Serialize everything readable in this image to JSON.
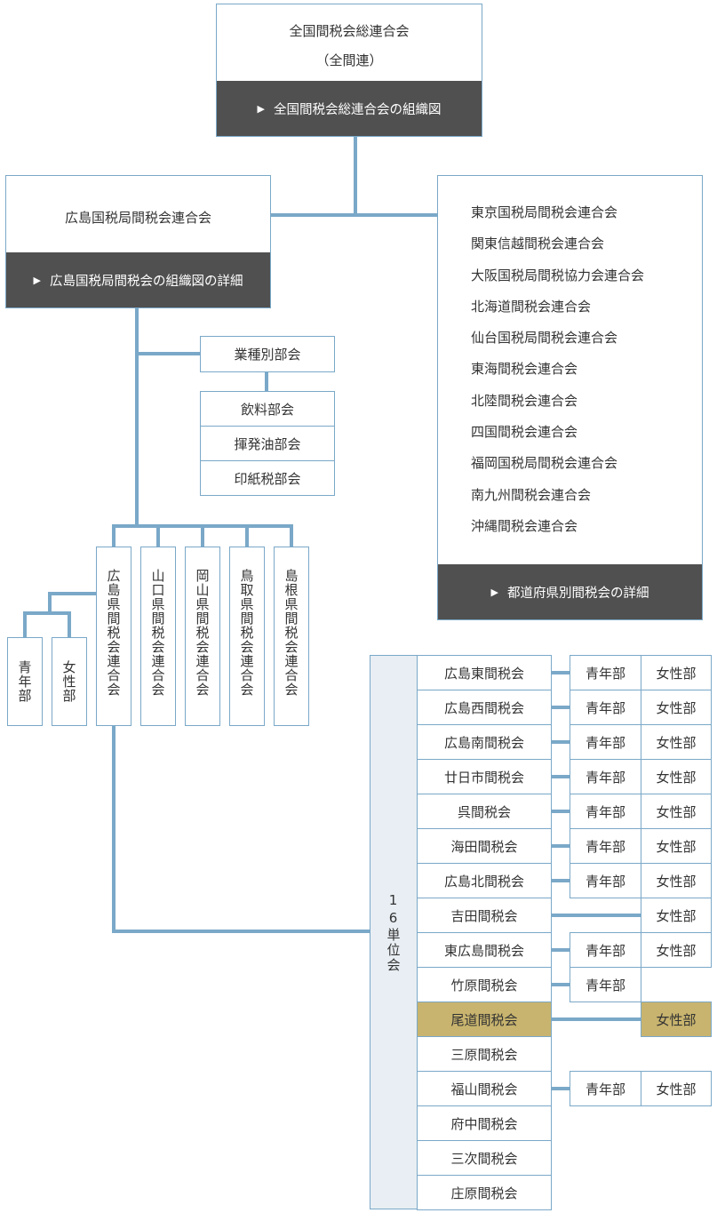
{
  "top": {
    "title": "全国間税会総連合会",
    "subtitle": "（全間連）",
    "link": "全国間税会総連合会の組織図"
  },
  "hiroshima_bureau": {
    "title": "広島国税局間税会連合会",
    "link": "広島国税局間税会の組織図の詳細"
  },
  "other_bureaus": {
    "items": [
      "東京国税局間税会連合会",
      "関東信越間税会連合会",
      "大阪国税局間税協力会連合会",
      "北海道間税会連合会",
      "仙台国税局間税会連合会",
      "東海間税会連合会",
      "北陸間税会連合会",
      "四国間税会連合会",
      "福岡国税局間税会連合会",
      "南九州間税会連合会",
      "沖縄間税会連合会"
    ],
    "link": "都道府県別間税会の詳細"
  },
  "industry": {
    "title": "業種別部会",
    "sections": [
      "飲料部会",
      "揮発油部会",
      "印紙税部会"
    ]
  },
  "prefectures": [
    "広島県間税会連合会",
    "山口県間税会連合会",
    "岡山県間税会連合会",
    "鳥取県間税会連合会",
    "島根県間税会連合会"
  ],
  "pref_divisions": [
    "青年部",
    "女性部"
  ],
  "units": {
    "label": "16単位会",
    "rows": [
      {
        "name": "広島東間税会",
        "youth": "青年部",
        "women": "女性部",
        "hl": false
      },
      {
        "name": "広島西間税会",
        "youth": "青年部",
        "women": "女性部",
        "hl": false
      },
      {
        "name": "広島南間税会",
        "youth": "青年部",
        "women": "女性部",
        "hl": false
      },
      {
        "name": "廿日市間税会",
        "youth": "青年部",
        "women": "女性部",
        "hl": false
      },
      {
        "name": "呉間税会",
        "youth": "青年部",
        "women": "女性部",
        "hl": false
      },
      {
        "name": "海田間税会",
        "youth": "青年部",
        "women": "女性部",
        "hl": false
      },
      {
        "name": "広島北間税会",
        "youth": "青年部",
        "women": "女性部",
        "hl": false
      },
      {
        "name": "吉田間税会",
        "youth": "",
        "women": "女性部",
        "hl": false
      },
      {
        "name": "東広島間税会",
        "youth": "青年部",
        "women": "女性部",
        "hl": false
      },
      {
        "name": "竹原間税会",
        "youth": "青年部",
        "women": "",
        "hl": false
      },
      {
        "name": "尾道間税会",
        "youth": "",
        "women": "女性部",
        "hl": true
      },
      {
        "name": "三原間税会",
        "youth": "",
        "women": "",
        "hl": false
      },
      {
        "name": "福山間税会",
        "youth": "青年部",
        "women": "女性部",
        "hl": false
      },
      {
        "name": "府中間税会",
        "youth": "",
        "women": "",
        "hl": false
      },
      {
        "name": "三次間税会",
        "youth": "",
        "women": "",
        "hl": false
      },
      {
        "name": "庄原間税会",
        "youth": "",
        "women": "",
        "hl": false
      }
    ]
  },
  "colors": {
    "line": "#7aa8c8",
    "dark": "#505050",
    "highlight": "#c8b46e",
    "unit_label_bg": "#e8eef3"
  }
}
